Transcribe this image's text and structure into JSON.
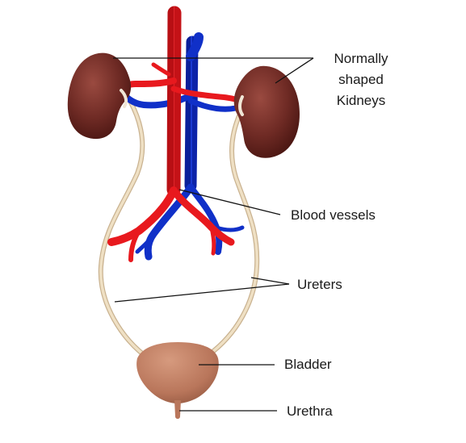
{
  "labels": {
    "kidneys": [
      "Normally",
      "shaped",
      "Kidneys"
    ],
    "blood_vessels": "Blood vessels",
    "ureters": "Ureters",
    "bladder": "Bladder",
    "urethra": "Urethra"
  },
  "colors": {
    "kidney": "#6e2a24",
    "kidney_dark": "#4a1612",
    "kidney_light": "#9a4a40",
    "artery": "#e8191e",
    "vein": "#1030c8",
    "ureter": "#e6d3b2",
    "ureter_edge": "#c9b290",
    "bladder": "#b9765b",
    "bladder_light": "#d69a7e",
    "leader_line": "#111111"
  }
}
